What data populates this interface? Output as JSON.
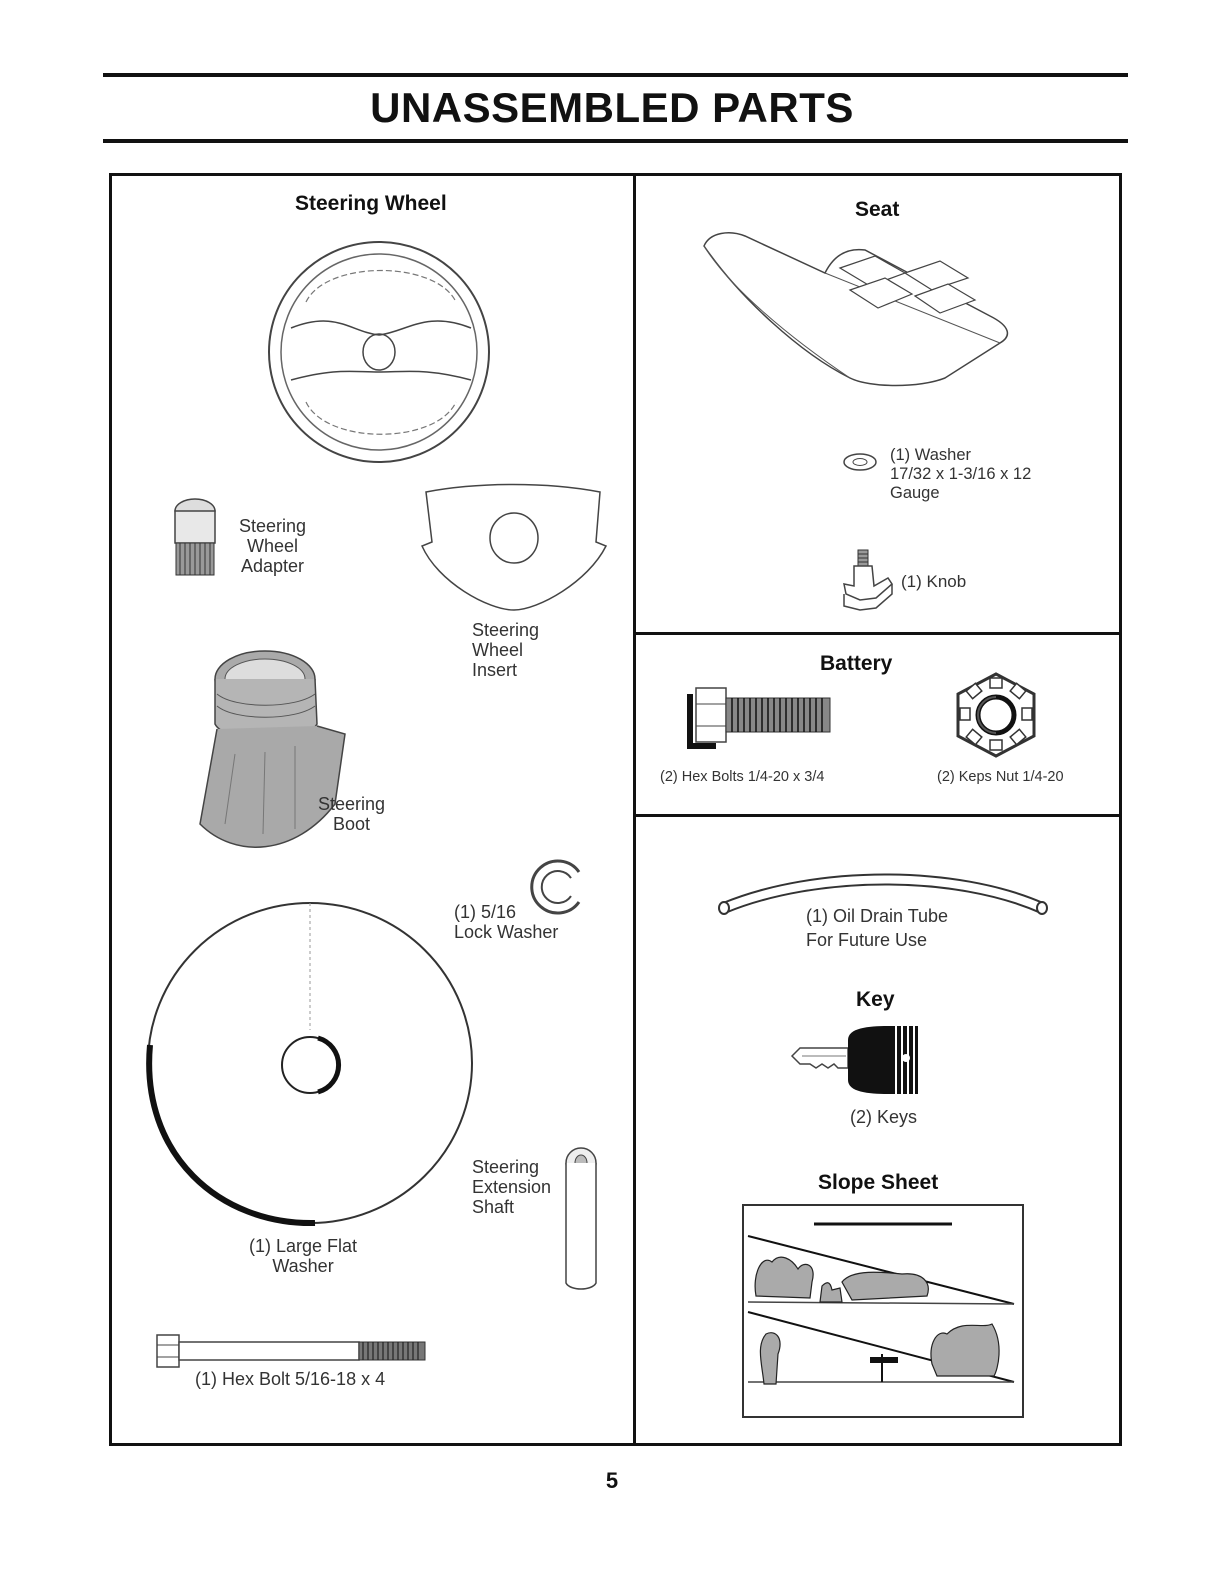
{
  "page": {
    "title": "UNASSEMBLED PARTS",
    "page_number": "5"
  },
  "steering": {
    "heading": "Steering Wheel",
    "adapter_label": [
      "Steering",
      "Wheel",
      "Adapter"
    ],
    "insert_label": [
      "Steering",
      "Wheel",
      "Insert"
    ],
    "boot_label": [
      "Steering",
      "Boot"
    ],
    "lock_washer_label": [
      "(1) 5/16",
      "Lock Washer"
    ],
    "large_washer_label": [
      "(1) Large Flat",
      "Washer"
    ],
    "extension_shaft_label": [
      "Steering",
      "Extension",
      "Shaft"
    ],
    "hex_bolt_label": "(1) Hex Bolt 5/16-18 x 4"
  },
  "seat": {
    "heading": "Seat",
    "washer_label": [
      "(1) Washer",
      "17/32 x 1-3/16 x 12",
      "Gauge"
    ],
    "knob_label": "(1) Knob"
  },
  "battery": {
    "heading": "Battery",
    "bolts_label": "(2) Hex Bolts 1/4-20 x 3/4",
    "nut_label": "(2) Keps Nut 1/4-20"
  },
  "misc": {
    "tube_label": [
      "(1) Oil Drain Tube",
      "For Future Use"
    ],
    "key_heading": "Key",
    "keys_label": "(2) Keys",
    "slope_heading": "Slope Sheet"
  }
}
